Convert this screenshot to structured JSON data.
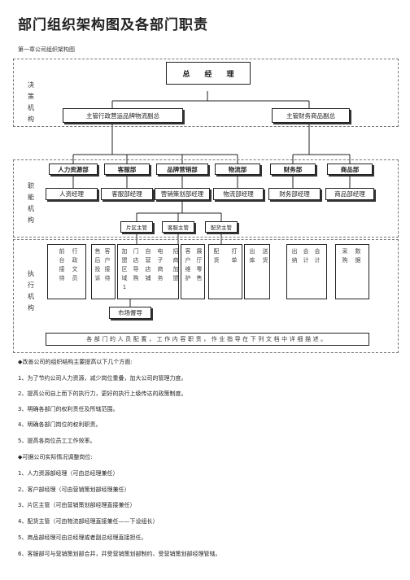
{
  "title": "部门组织架构图及各部门职责",
  "subtitle": "第一章公司组织架构图",
  "org": {
    "ceo": "总经理",
    "vp_left": "主管行政营运品牌物流副总",
    "vp_right": "主管财务商品副总",
    "side_labels": [
      "决策机构",
      "职能机构",
      "执行机构"
    ],
    "departments": [
      "人力资源部",
      "客服部",
      "品牌营销部",
      "物流部",
      "财务部",
      "商品部"
    ],
    "managers": [
      "人资经理",
      "客服部经理",
      "营销策划部经理",
      "物流部经理",
      "财务部经理",
      "商品部经理"
    ],
    "supervisors": [
      "片区主管",
      "客服主管",
      "配货主管"
    ],
    "execution": [
      "前台接待",
      "行政文员",
      "售后投诉",
      "客户接待",
      "加盟区域1",
      "门店导购",
      "自营店铺",
      "电子商务",
      "招商加盟",
      "客户维护",
      "展厅零售",
      "配货",
      "打单",
      "出库",
      "送货",
      "出纳",
      "会计",
      "会计",
      "采购",
      "数据"
    ],
    "market_supervisor": "市场督导",
    "note": "各部门的人员配置，工作内容职责，作业指导在下列文档中详细描述。"
  },
  "sections": [
    {
      "heading": "◆改善公司的组织结构主要提高以下几个方面:",
      "items": [
        "1、为了节约公司人力资源，减少岗位重叠，加大公司的管理力度。",
        "2、提高公司自上而下的执行力，更好的执行上级传达的政策制度。",
        "3、明确各部门的权利责任及所辖范围。",
        "4、明确各部门岗位的权利职责。",
        "5、提高各岗位员工工作效率。"
      ]
    },
    {
      "heading": "◆可据公司实际情况调整岗位:",
      "items": [
        "1、人力资源部经理（可由总经理兼任）",
        "2、客户部经理（可由营销策划部经理兼任）",
        "3、片区主管（可由营销策划部经理直接兼任）",
        "4、配货主管（可由物流部经理直接兼任——下设组长）",
        "5、商品部经理可由总经理或者副总经理直接担任。",
        "6、客服部可与营销策划部合并，并受营销策划部制约、受营销策划部经理管辖。"
      ]
    }
  ]
}
